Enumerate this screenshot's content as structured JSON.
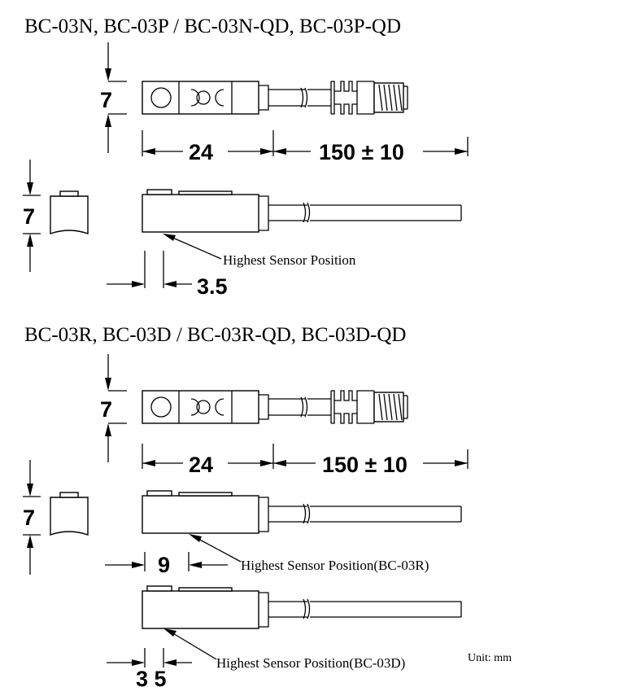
{
  "section_top": {
    "title": "BC-03N, BC-03P / BC-03N-QD, BC-03P-QD",
    "height_dim": "7",
    "length_dim": "24",
    "cable_dim": "150 ± 10",
    "side_height_dim": "7",
    "offset_dim": "3.5",
    "callout": "Highest Sensor Position"
  },
  "section_bottom": {
    "title": "BC-03R, BC-03D / BC-03R-QD, BC-03D-QD",
    "height_dim": "7",
    "length_dim": "24",
    "cable_dim": "150 ± 10",
    "side_height_dim": "7",
    "offset_r_dim": "9",
    "callout_r": "Highest Sensor Position(BC-03R)",
    "offset_d_dim": "3 5",
    "callout_d": "Highest Sensor Position(BC-03D)"
  },
  "unit_label": "Unit: mm"
}
